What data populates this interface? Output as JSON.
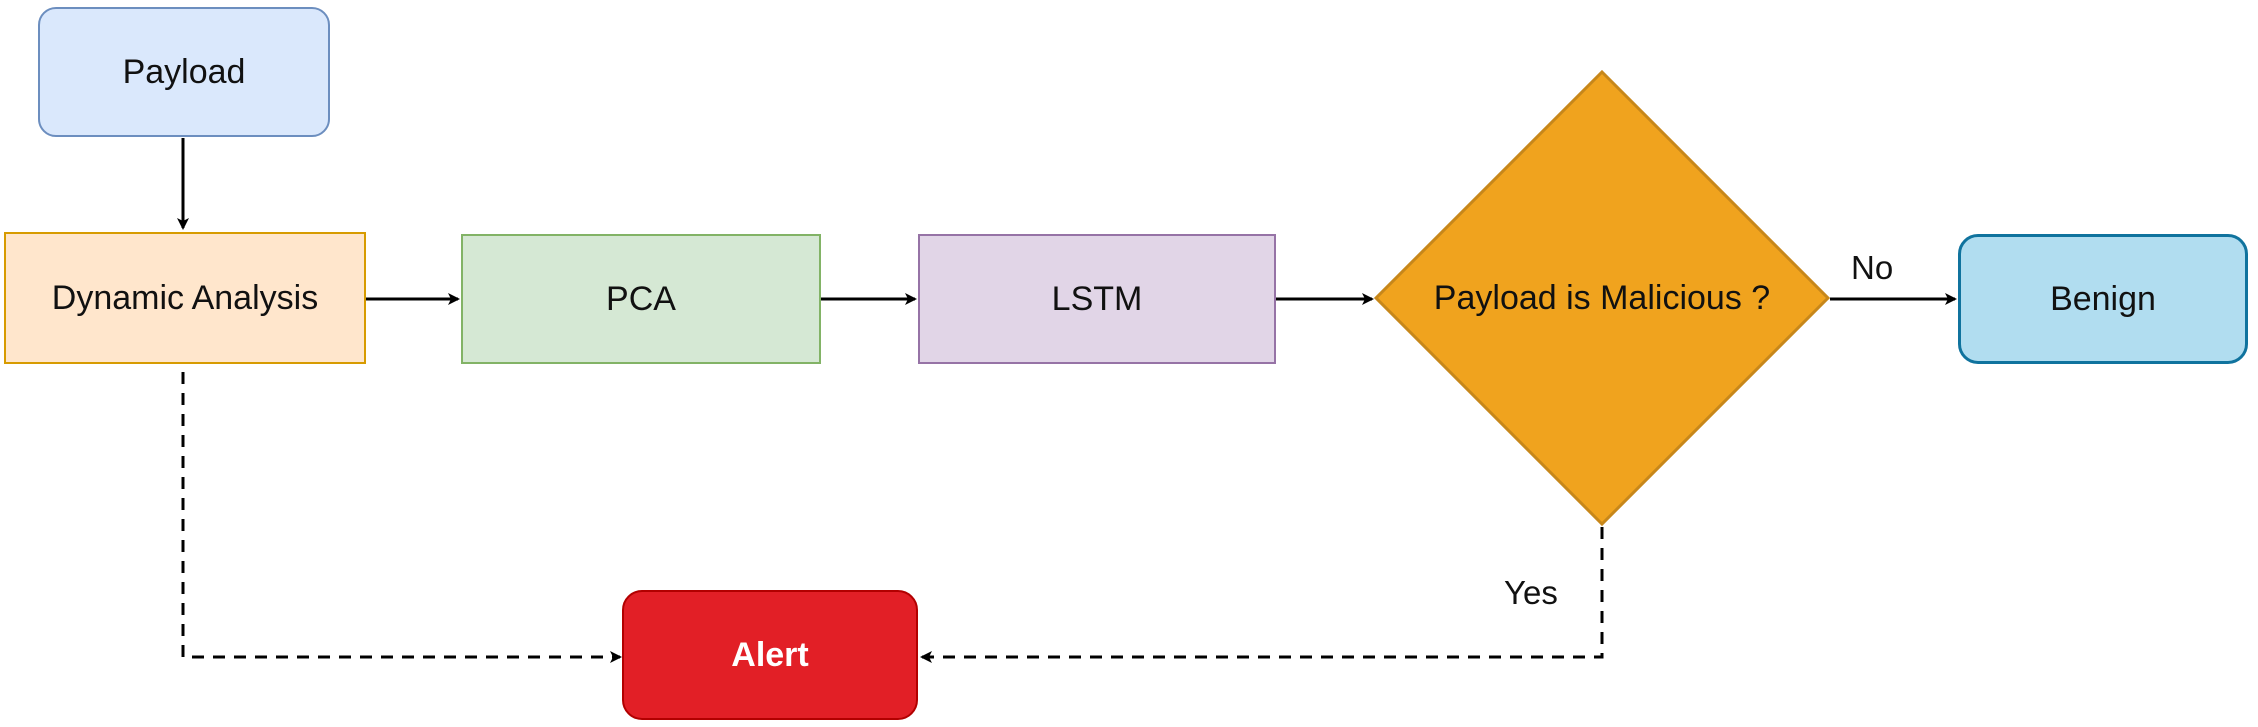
{
  "diagram": {
    "nodes": {
      "payload": {
        "label": "Payload",
        "fill": "#dae8fc",
        "stroke": "#6c8ebf"
      },
      "dynamic_analysis": {
        "label": "Dynamic Analysis",
        "fill": "#ffe6cc",
        "stroke": "#d79b00"
      },
      "pca": {
        "label": "PCA",
        "fill": "#d5e8d4",
        "stroke": "#82b366"
      },
      "lstm": {
        "label": "LSTM",
        "fill": "#e1d5e7",
        "stroke": "#9673a6"
      },
      "decision": {
        "label": "Payload is Malicious ?",
        "fill": "#f0a31e",
        "stroke": "#c7871a"
      },
      "benign": {
        "label": "Benign",
        "fill": "#b1ddf0",
        "stroke": "#10739e"
      },
      "alert": {
        "label": "Alert",
        "fill": "#e21f26",
        "stroke": "#b20000",
        "text_color": "#ffffff"
      }
    },
    "edges": {
      "no_label": "No",
      "yes_label": "Yes"
    }
  }
}
